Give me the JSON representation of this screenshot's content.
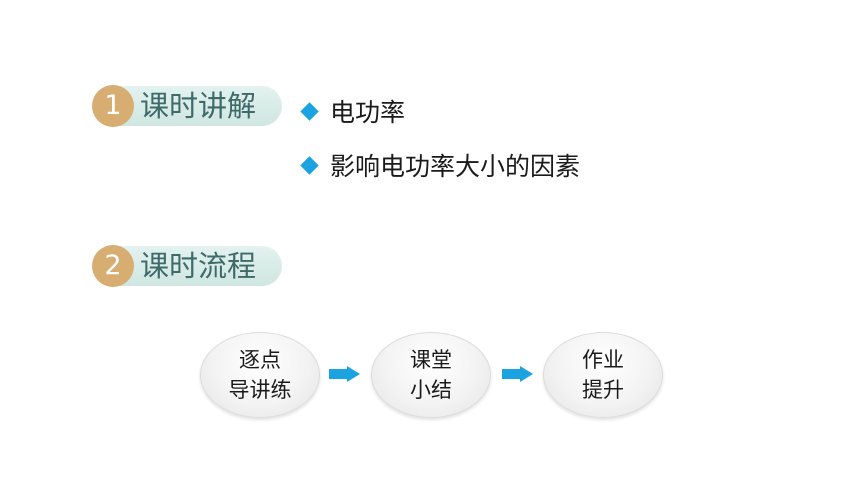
{
  "sections": [
    {
      "number": "1",
      "title": "课时讲解"
    },
    {
      "number": "2",
      "title": "课时流程"
    }
  ],
  "bullets": [
    {
      "text": "电功率"
    },
    {
      "text": "影响电功率大小的因素"
    }
  ],
  "flow": [
    {
      "line1": "逐点",
      "line2": "导讲练"
    },
    {
      "line1": "课堂",
      "line2": "小结"
    },
    {
      "line1": "作业",
      "line2": "提升"
    }
  ],
  "colors": {
    "accent": "#1aa3e0",
    "number_badge": "#d7ad72",
    "pill_background": "#d9ece8",
    "section_title": "#3e6a6a"
  },
  "icons": [
    "diamond-bullet-icon",
    "right-arrow-icon"
  ]
}
